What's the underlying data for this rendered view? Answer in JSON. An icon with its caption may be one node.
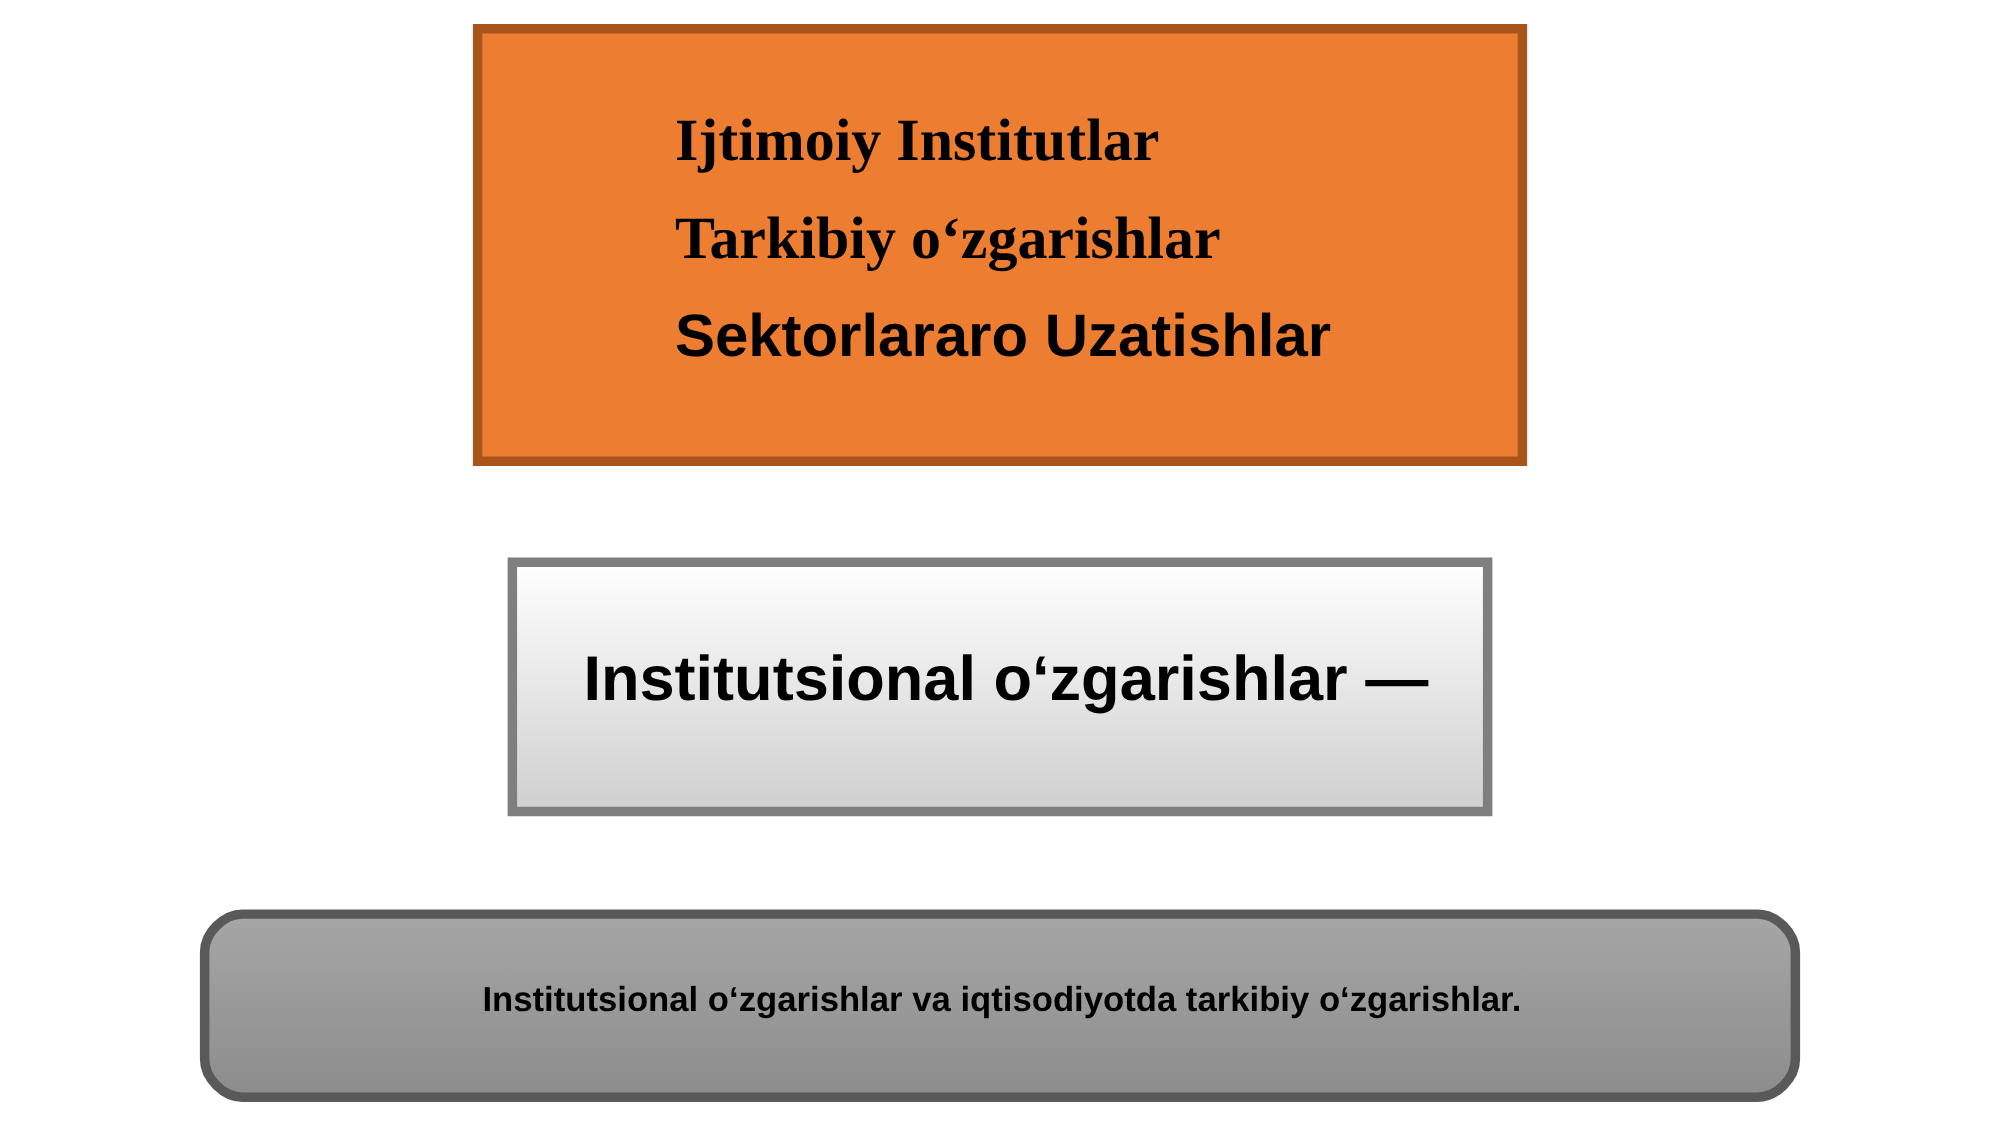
{
  "diagram": {
    "nodes": [
      {
        "text": [
          "Institutsional o‘zgarishlar va iqtisodiyotda tarkibiy o‘zgarishlar."
        ]
      },
      {
        "text": [
          "Institutsional o‘zgarishlar —"
        ]
      },
      {
        "text": [
          "Ijtimoiy Institutlar",
          "Tarkibiy o‘zgarishlar",
          "Sektorlararo Uzatishlar"
        ]
      }
    ]
  }
}
